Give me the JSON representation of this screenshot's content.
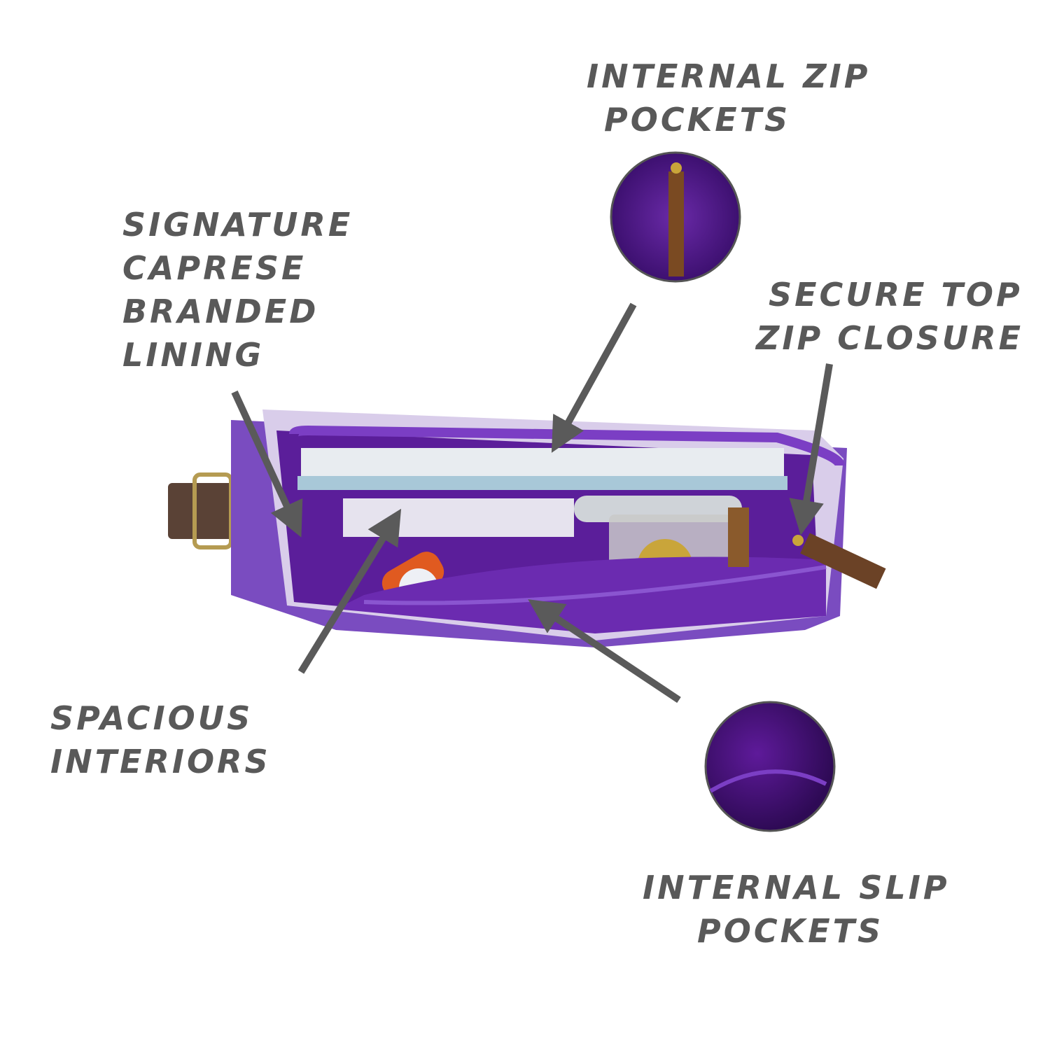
{
  "callouts": {
    "internal_zip_pockets": [
      "INTERNAL ZIP",
      "POCKETS"
    ],
    "signature_lining": [
      "SIGNATURE",
      "CAPRESE",
      "BRANDED",
      "LINING"
    ],
    "secure_top_zip": [
      "SECURE TOP",
      "ZIP CLOSURE"
    ],
    "spacious_interiors": [
      "SPACIOUS",
      "INTERIORS"
    ],
    "internal_slip_pockets": [
      "INTERNAL SLIP",
      "POCKETS"
    ]
  },
  "colors": {
    "text": "#595959",
    "arrow": "#5a5a5a",
    "lining_purple": "#5b1e9a",
    "strap_brown": "#5a4236",
    "leather_tab": "#8a5a2c"
  }
}
